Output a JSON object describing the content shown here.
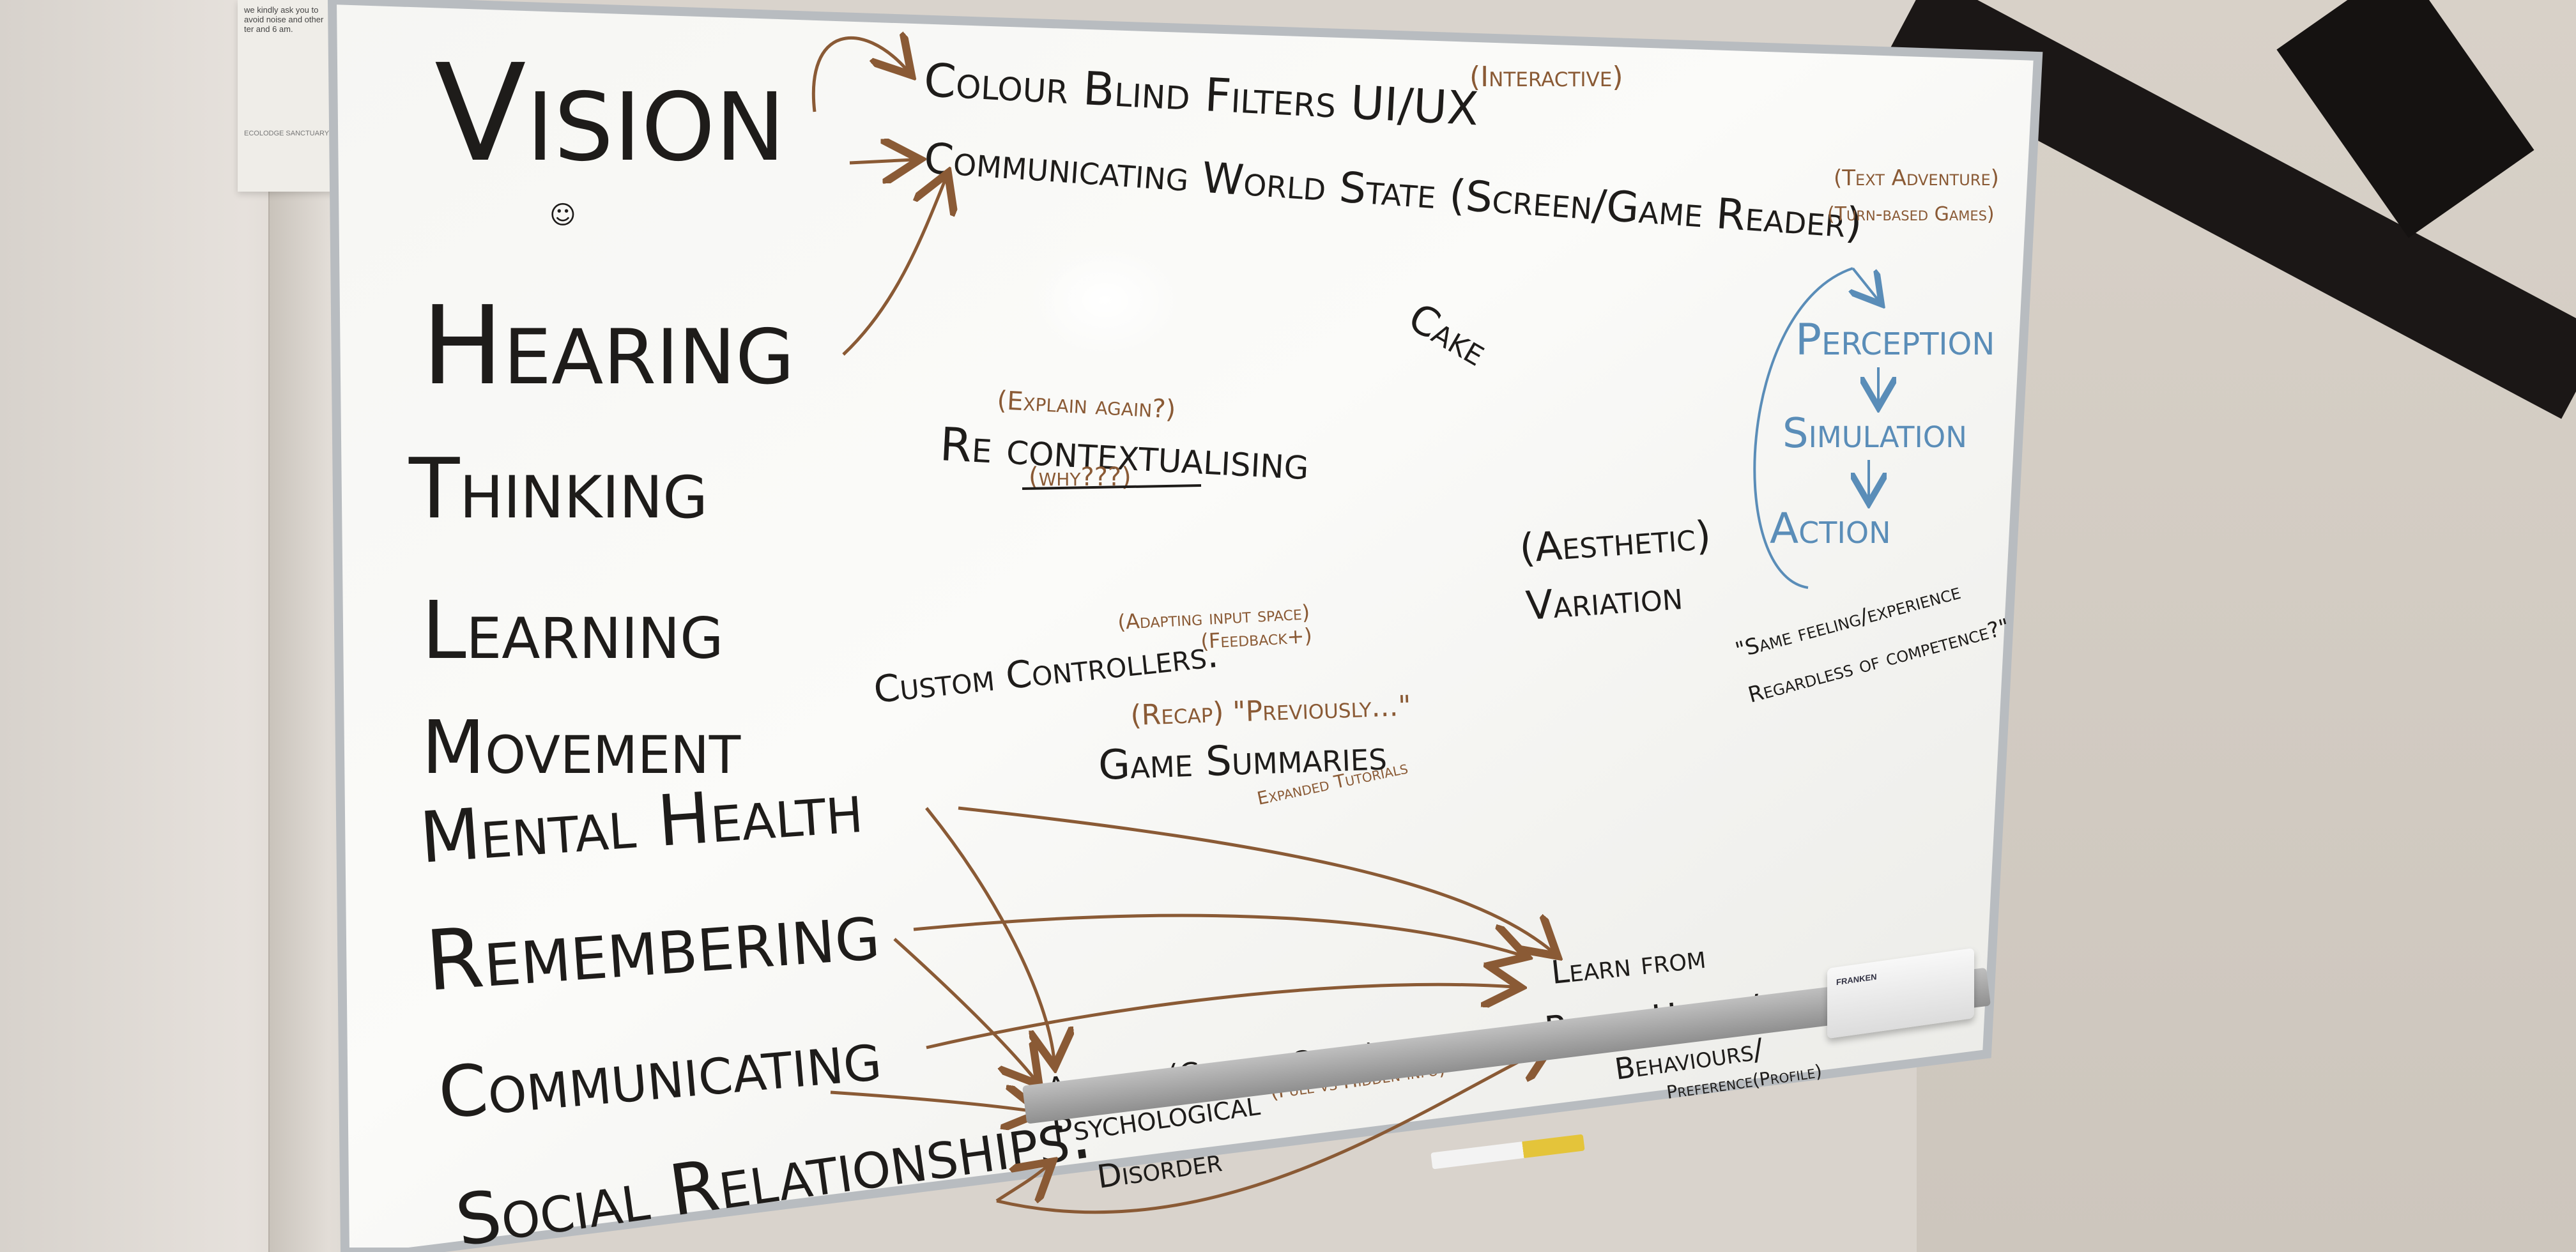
{
  "note": {
    "lines": [
      "we kindly ask you to",
      "avoid noise and other",
      "ter and 6 am."
    ],
    "footer": "ECOLODGE SANCTUARY"
  },
  "board": {
    "categories": [
      "Vision",
      "Hearing",
      "Thinking",
      "Learning",
      "Movement",
      "Mental Health",
      "Remembering",
      "Communicating",
      "Social Relationships."
    ],
    "items": {
      "colour_blind": "Colour Blind Filters UI/UX",
      "interactive": "(Interactive)",
      "world_state": "Communicating World State (Screen/Game Reader)",
      "text_adventure": "(Text Adventure)",
      "turn_based": "(Turn-based Games)",
      "cake": "Cake",
      "explain_again": "(Explain again?)",
      "recontext": "Re contextualising",
      "why": "(why???)",
      "perception": "Perception",
      "simulation": "Simulation",
      "action": "Action",
      "aesthetic": "(Aesthetic)",
      "variation": "Variation",
      "same_feeling": "\"Same feeling/experience",
      "regardless": "Regardless of competence?\"",
      "adapting_input": "(Adapting input space)",
      "feedback": "(Feedback+)",
      "custom_controllers": "Custom Controllers.",
      "recap": "(Recap) \"Previously...\"",
      "game_summaries": "Game Summaries",
      "expanded_tutorials": "Expanded Tutorials",
      "learn_from": "Learn from",
      "player_habits": "Player Habits/",
      "behaviours": "Behaviours/",
      "preference": "Preference(Profile)",
      "adapt_to": "Adapt to (Comp vs Co-op)",
      "full_hidden": "(Full vs Hidden info)",
      "psychological": "Psychological",
      "disorder": "Disorder"
    }
  },
  "eraser_brand": "FRANKEN",
  "colors": {
    "board": "#f4f4f1",
    "ink_black": "#1e1c1a",
    "ink_brown": "#8a5a35",
    "ink_blue": "#5a8db8",
    "frame": "#b8bcc0"
  }
}
